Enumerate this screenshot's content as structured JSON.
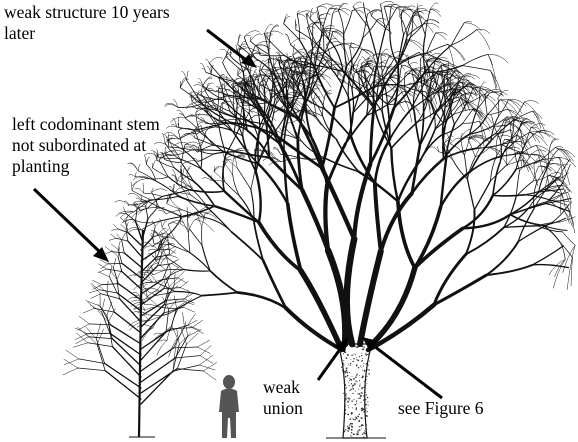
{
  "annotations": {
    "weak_structure": [
      "weak structure 10 years",
      "later"
    ],
    "left_stem": [
      "left codominant stem",
      "not subordinated at",
      "planting"
    ],
    "weak_union": [
      "weak",
      "union"
    ],
    "see_figure": "see Figure 6"
  },
  "illustrations": {
    "small_tree": "young-tree-drawing",
    "large_tree": "mature-tree-drawing",
    "person": "person-silhouette"
  },
  "colors": {
    "ink": "#111111",
    "person": "#555555",
    "trunk_stipple": "#333333"
  }
}
